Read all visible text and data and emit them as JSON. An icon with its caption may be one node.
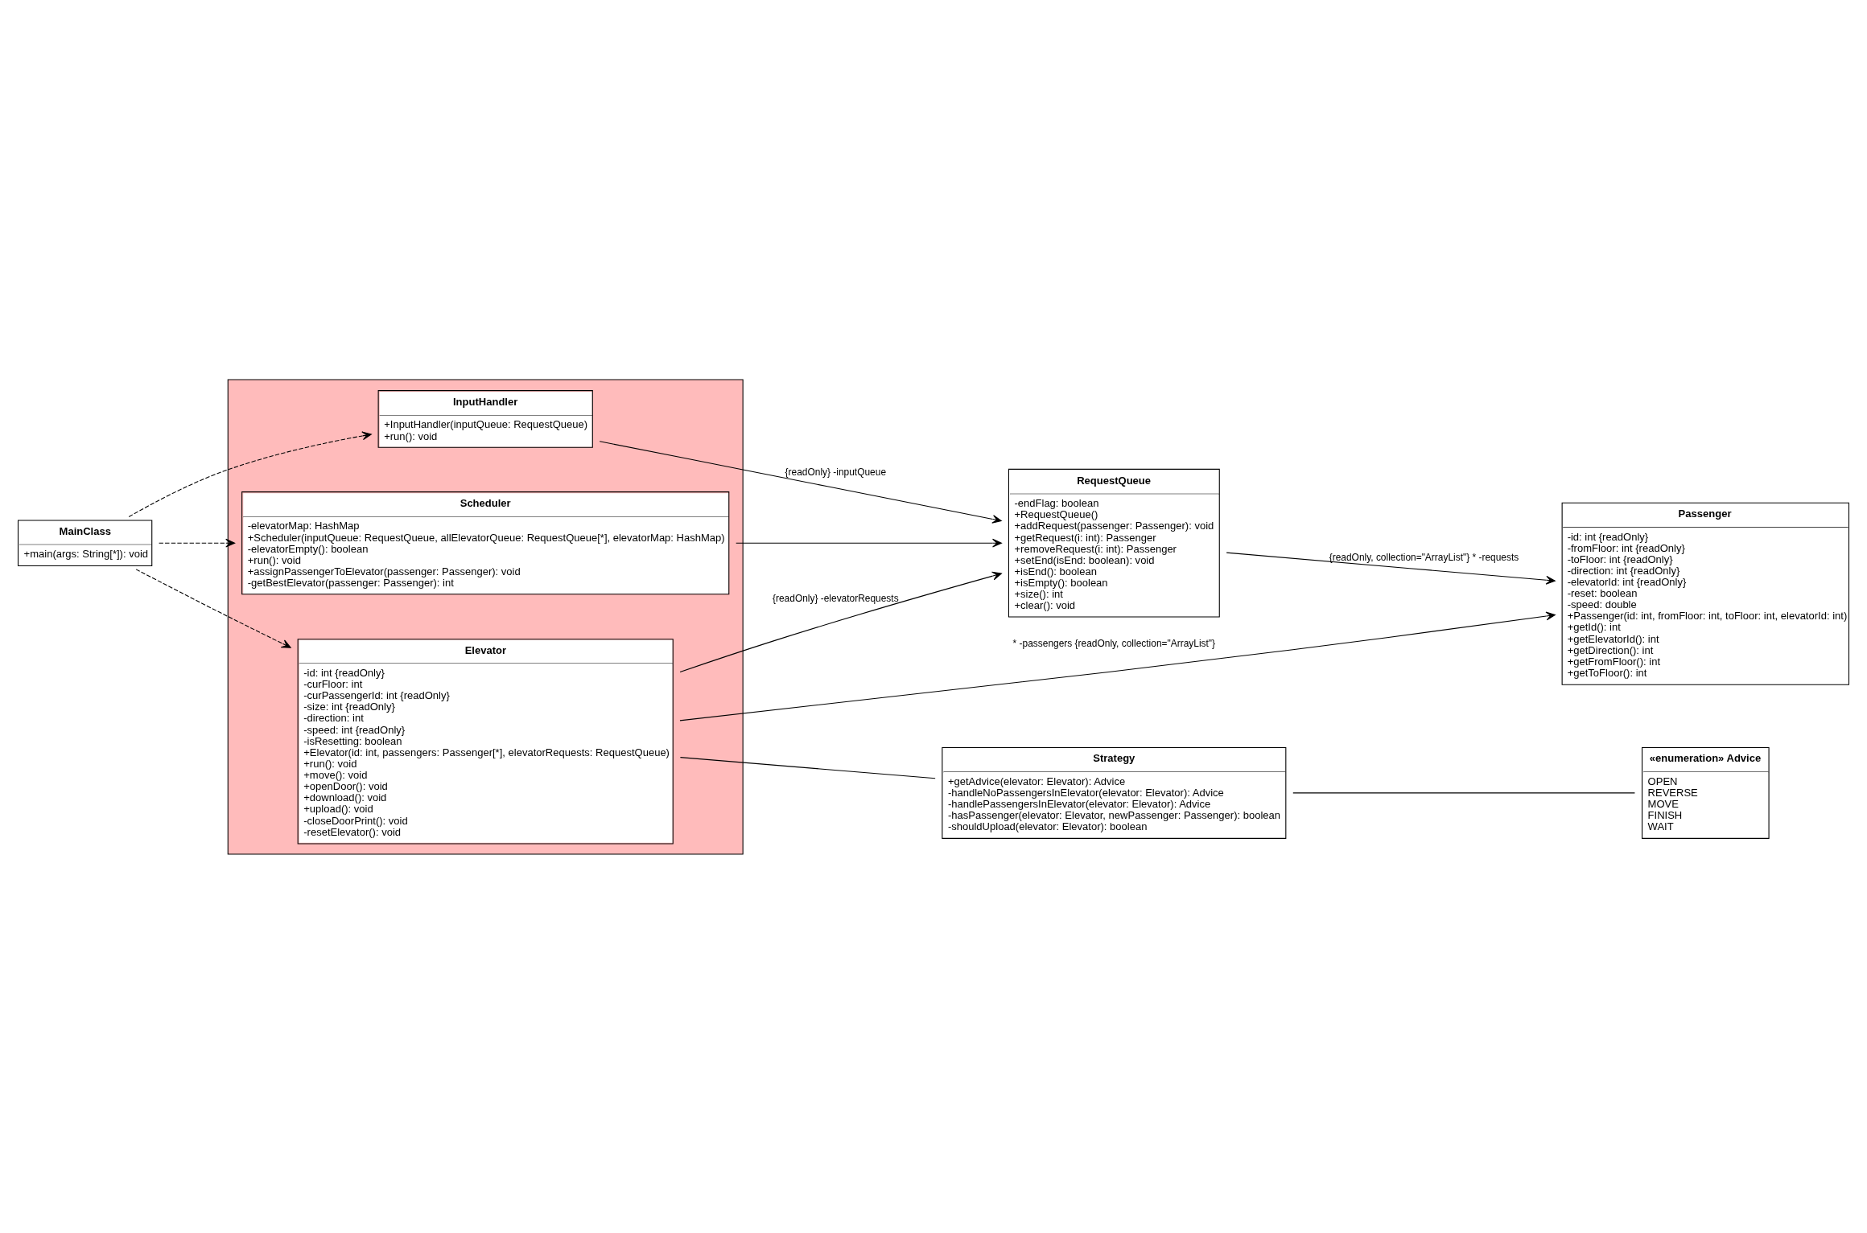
{
  "diagram": {
    "nodes": [
      {
        "text": [
          "MainClass",
          "+main(args: String[*]): void"
        ]
      },
      {
        "text": [],
        "shape": "box"
      },
      {
        "text": [
          "InputHandler",
          "+InputHandler(inputQueue: RequestQueue)",
          "+run(): void"
        ],
        "in": 1
      },
      {
        "text": [
          "Scheduler",
          "-elevatorMap: HashMap",
          "+Scheduler(inputQueue: RequestQueue, allElevatorQueue: RequestQueue[*], elevatorMap: HashMap)",
          "-elevatorEmpty(): boolean",
          "+run(): void",
          "+assignPassengerToElevator(passenger: Passenger): void",
          "-getBestElevator(passenger: Passenger): int"
        ],
        "in": 1
      },
      {
        "text": [
          "Elevator",
          "-id: int {readOnly}",
          "-curFloor: int",
          "-curPassengerId: int {readOnly}",
          "-size: int {readOnly}",
          "-direction: int",
          "-speed: int {readOnly}",
          "-isResetting: boolean",
          "+Elevator(id: int, passengers: Passenger[*], elevatorRequests: RequestQueue)",
          "+run(): void",
          "+move(): void",
          "+openDoor(): void",
          "+download(): void",
          "+upload(): void",
          "-closeDoorPrint(): void",
          "-resetElevator(): void"
        ],
        "in": 1
      },
      {
        "text": [
          "RequestQueue",
          "-endFlag: boolean",
          "+RequestQueue()",
          "+addRequest(passenger: Passenger): void",
          "+getRequest(i: int): Passenger",
          "+removeRequest(i: int): Passenger",
          "+setEnd(isEnd: boolean): void",
          "+isEnd(): boolean",
          "+isEmpty(): boolean",
          "+size(): int",
          "+clear(): void"
        ]
      },
      {
        "text": [
          "Passenger",
          "-id: int {readOnly}",
          "-fromFloor: int {readOnly}",
          "-toFloor: int {readOnly}",
          "-direction: int {readOnly}",
          "-elevatorId: int {readOnly}",
          "-reset: boolean",
          "-speed: double",
          "+Passenger(id: int, fromFloor: int, toFloor: int, elevatorId: int)",
          "+getId(): int",
          "+getElevatorId(): int",
          "+getDirection(): int",
          "+getFromFloor(): int",
          "+getToFloor(): int"
        ]
      },
      {
        "text": [
          "Strategy",
          "+getAdvice(elevator: Elevator): Advice",
          "-handleNoPassengersInElevator(elevator: Elevator): Advice",
          "-handlePassengersInElevator(elevator: Elevator): Advice",
          "-hasPassenger(elevator: Elevator, newPassenger: Passenger): boolean",
          "-shouldUpload(elevator: Elevator): boolean"
        ]
      },
      {
        "text": [
          "«enumeration» Advice",
          "OPEN",
          "REVERSE",
          "MOVE",
          "FINISH",
          "WAIT"
        ]
      }
    ],
    "edges": [
      {
        "from": 0,
        "to": 2,
        "arrow": "to",
        "style": "dashed"
      },
      {
        "from": 0,
        "to": 3,
        "arrow": "to",
        "style": "dashed"
      },
      {
        "from": 0,
        "to": 4,
        "arrow": "to",
        "style": "dashed"
      },
      {
        "from": 2,
        "to": 5,
        "arrow": "to",
        "label": "{readOnly} -inputQueue"
      },
      {
        "from": 3,
        "to": 5,
        "arrow": "to"
      },
      {
        "from": 4,
        "to": 5,
        "arrow": "to",
        "label": "{readOnly} -elevatorRequests"
      },
      {
        "from": 5,
        "to": 6,
        "arrow": "to",
        "label": "{readOnly, collection=\"ArrayList\"} * -requests"
      },
      {
        "from": 4,
        "to": 6,
        "arrow": "to",
        "label": "* -passengers {readOnly, collection=\"ArrayList\"}"
      },
      {
        "from": 4,
        "to": 7,
        "arrow": "none"
      },
      {
        "from": 7,
        "to": 8,
        "arrow": "none"
      }
    ]
  }
}
